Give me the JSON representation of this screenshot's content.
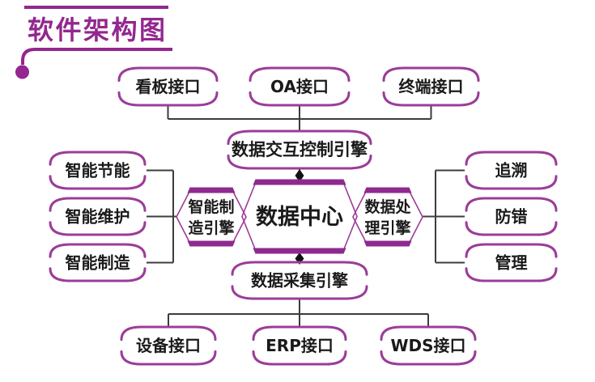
{
  "title": {
    "text": "软件架构图"
  },
  "colors": {
    "title_purple": "#93278f",
    "node_border": "#9c3c98",
    "hex_bar": "#8e2a8f",
    "connector": "#3c3c3c",
    "arrow": "#111111",
    "label_text": "#1a1a1a",
    "background": "#ffffff"
  },
  "nodes": {
    "kanban": {
      "label": "看板接口"
    },
    "oa": {
      "label": "OA接口"
    },
    "terminal": {
      "label": "终端接口"
    },
    "exchange_engine": {
      "label": "数据交互控制引擎"
    },
    "smart_energy": {
      "label": "智能节能"
    },
    "smart_maintenance": {
      "label": "智能维护"
    },
    "smart_manufacturing": {
      "label": "智能制造"
    },
    "manufacturing_engine": {
      "line1": "智能制",
      "line2": "造引擎"
    },
    "data_center": {
      "label": "数据中心"
    },
    "processing_engine": {
      "line1": "数据处",
      "line2": "理引擎"
    },
    "trace": {
      "label": "追溯"
    },
    "error_proofing": {
      "label": "防错"
    },
    "management": {
      "label": "管理"
    },
    "collection_engine": {
      "label": "数据采集引擎"
    },
    "device": {
      "label": "设备接口"
    },
    "erp": {
      "label": "ERP接口"
    },
    "wds": {
      "label": "WDS接口"
    }
  }
}
